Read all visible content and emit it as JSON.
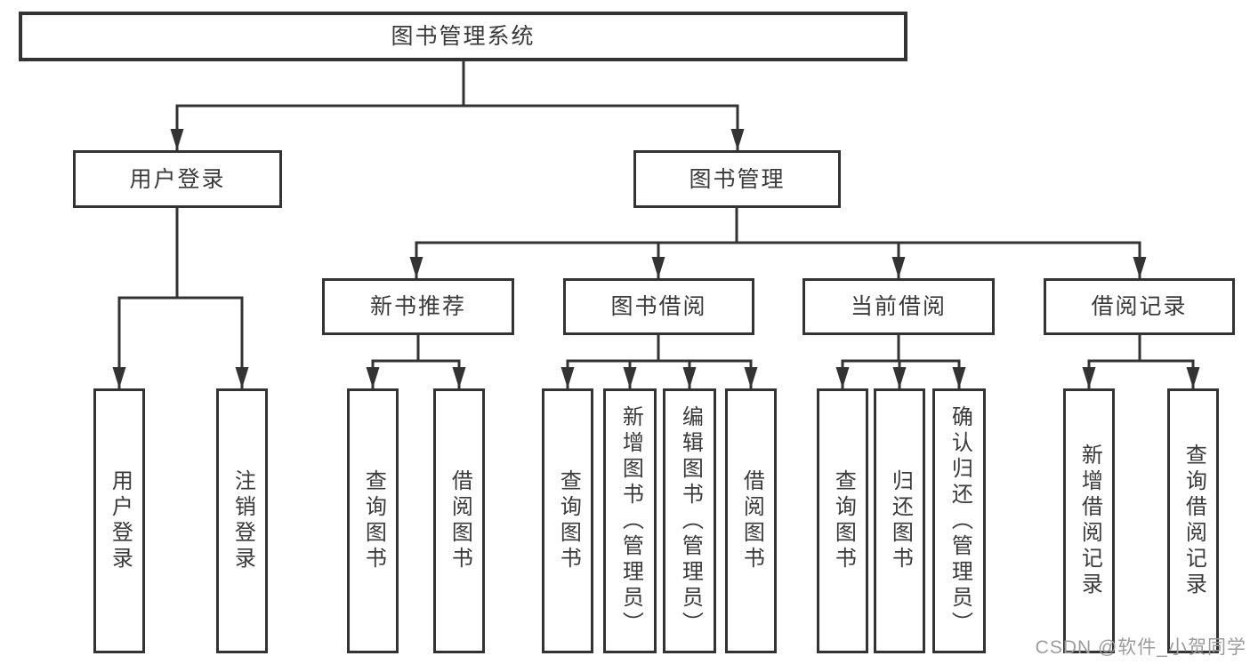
{
  "diagram": {
    "title": "图书管理系统",
    "tree": {
      "label": "图书管理系统",
      "children": [
        {
          "label": "用户登录",
          "children": [
            {
              "label": "用户登录"
            },
            {
              "label": "注销登录"
            }
          ]
        },
        {
          "label": "图书管理",
          "children": [
            {
              "label": "新书推荐",
              "children": [
                {
                  "label": "查询图书"
                },
                {
                  "label": "借阅图书"
                }
              ]
            },
            {
              "label": "图书借阅",
              "children": [
                {
                  "label": "查询图书"
                },
                {
                  "label": "新增图书（管理员）"
                },
                {
                  "label": "编辑图书（管理员）"
                },
                {
                  "label": "借阅图书"
                }
              ]
            },
            {
              "label": "当前借阅",
              "children": [
                {
                  "label": "查询图书"
                },
                {
                  "label": "归还图书"
                },
                {
                  "label": "确认归还（管理员）"
                }
              ]
            },
            {
              "label": "借阅记录",
              "children": [
                {
                  "label": "新增借阅记录"
                },
                {
                  "label": "查询借阅记录"
                }
              ]
            }
          ]
        }
      ]
    },
    "line_color": "#333333",
    "text_color": "#3a3a3a",
    "background_color": "#ffffff"
  },
  "watermark": {
    "text": "CSDN @软件_小贺同学"
  }
}
